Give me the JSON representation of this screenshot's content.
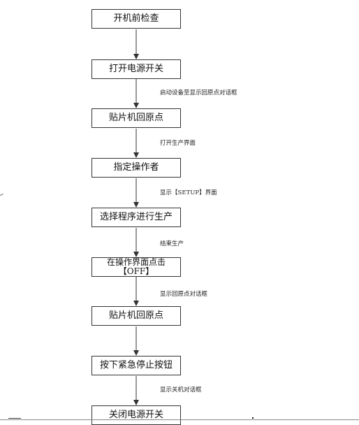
{
  "flowchart": {
    "steps": [
      {
        "label": "开机前检查"
      },
      {
        "label": "打开电源开关"
      },
      {
        "label": "贴片机回原点"
      },
      {
        "label": "指定操作者"
      },
      {
        "label": "选择程序进行生产"
      },
      {
        "label_line1": "在操作界面点击",
        "label_line2": "【OFF】"
      },
      {
        "label": "贴片机回原点"
      },
      {
        "label": "按下紧急停止按钮"
      },
      {
        "label": "关闭电源开关"
      }
    ],
    "transitions": [
      {
        "label": ""
      },
      {
        "label": "启动设备至显示回原点对话框"
      },
      {
        "label": "打开生产界面"
      },
      {
        "label": "显示【SETUP】界面"
      },
      {
        "label": "结束生产"
      },
      {
        "label": "显示回原点对话框"
      },
      {
        "label": ""
      },
      {
        "label": "显示关机对话框"
      }
    ]
  },
  "colors": {
    "border": "#333333",
    "arrow": "#333333",
    "text": "#111111"
  }
}
